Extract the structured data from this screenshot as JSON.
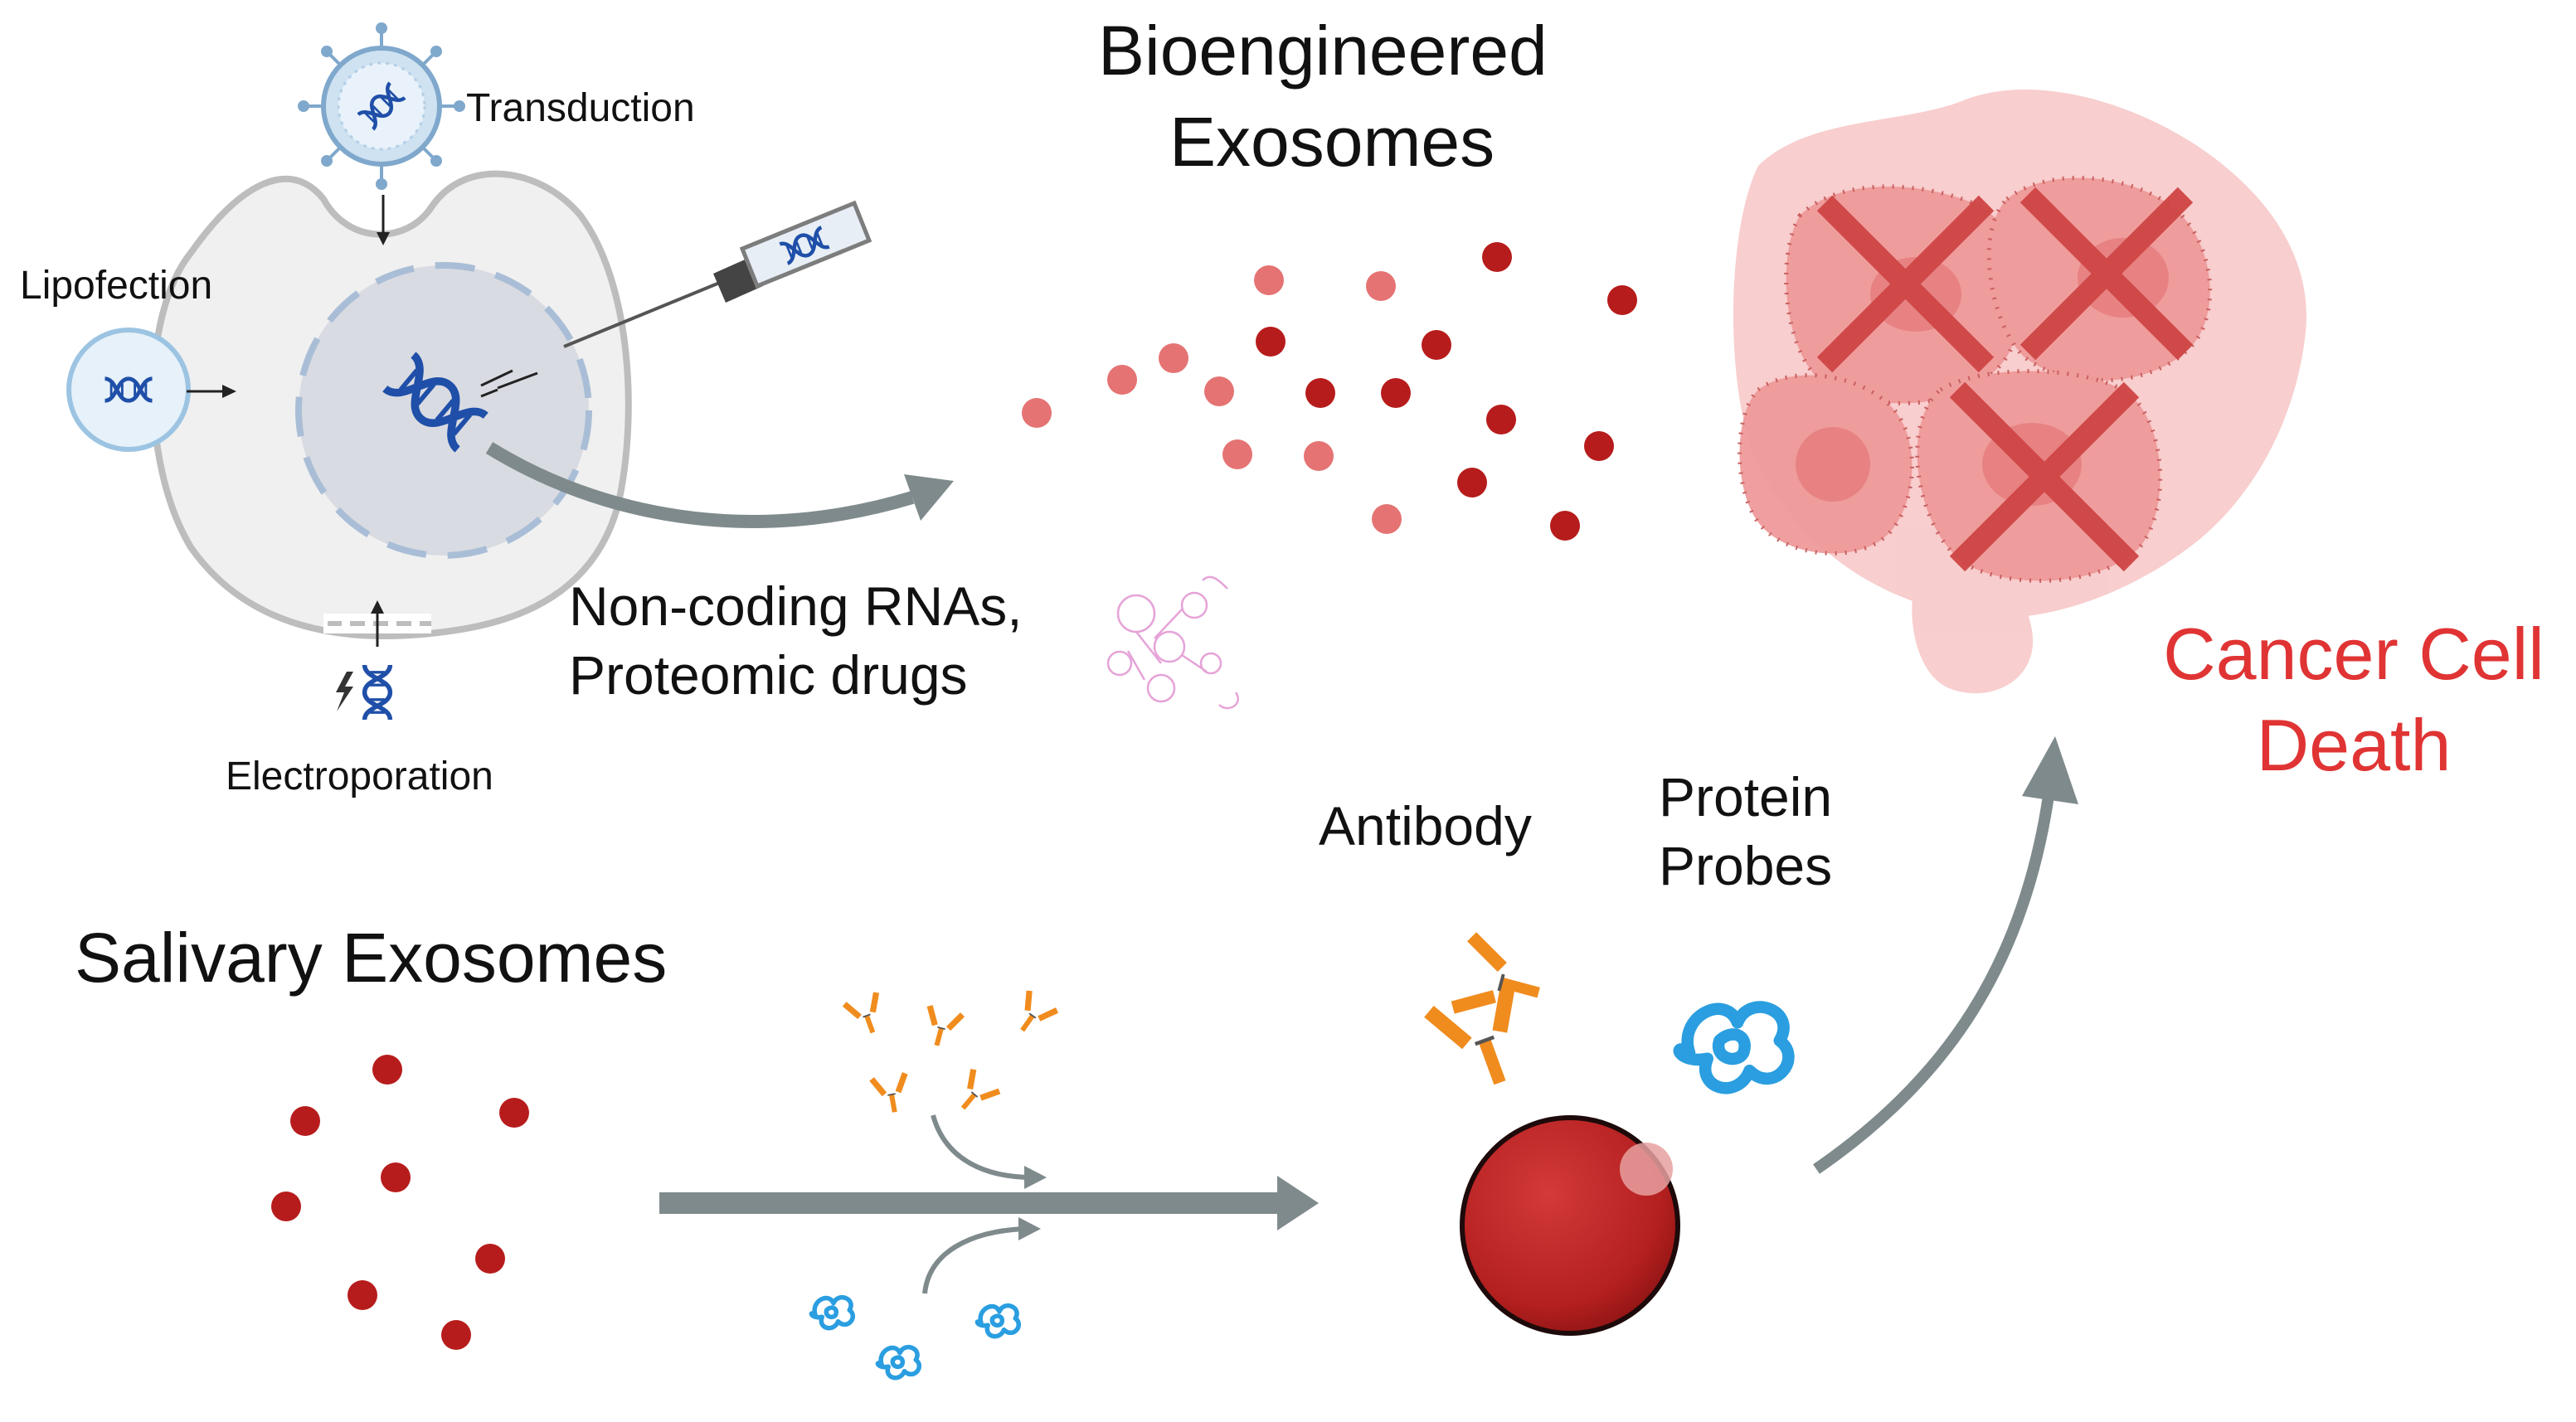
{
  "labels": {
    "transduction": "Transduction",
    "lipofection": "Lipofection",
    "electroporation": "Electroporation",
    "bioengineered_line1": "Bioengineered",
    "bioengineered_line2": "Exosomes",
    "ncrna_line1": "Non-coding RNAs,",
    "ncrna_line2": "Proteomic drugs",
    "cancer_line1": "Cancer Cell",
    "cancer_line2": "Death",
    "salivary": "Salivary Exosomes",
    "antibody": "Antibody",
    "probes_line1": "Protein",
    "probes_line2": "Probes"
  },
  "colors": {
    "exosome_dark": "#c62828",
    "exosome_light": "#e57373",
    "antibody": "#f08c1e",
    "probe": "#2a9ee0",
    "arrow": "#7f8a8c",
    "cancer_text": "#e03434",
    "dna": "#1f4fa8"
  }
}
